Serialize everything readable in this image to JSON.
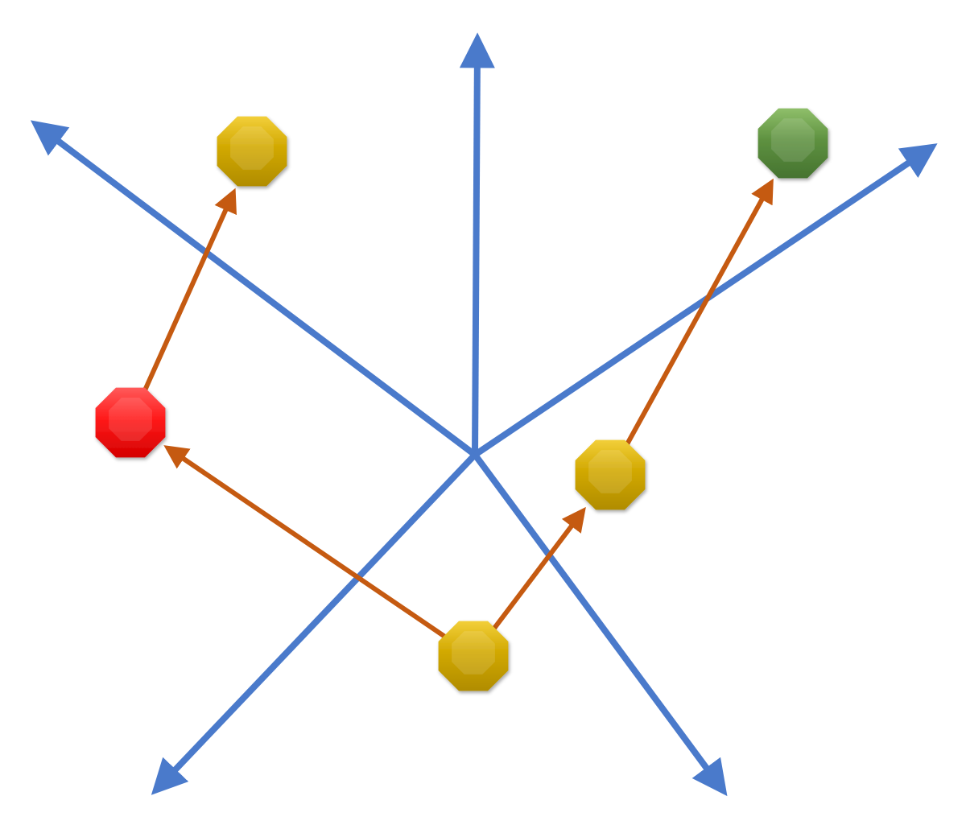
{
  "colors": {
    "axis": "#4a7acb",
    "edge": "#c55a11",
    "node_gold": "#c9a100",
    "node_red": "#ff0000",
    "node_green": "#548235"
  },
  "nodes": [
    {
      "id": "bottom",
      "color": "gold"
    },
    {
      "id": "left",
      "color": "red"
    },
    {
      "id": "top-left",
      "color": "gold"
    },
    {
      "id": "right",
      "color": "gold"
    },
    {
      "id": "top-right",
      "color": "green"
    }
  ],
  "edges": [
    {
      "from": "bottom",
      "to": "left"
    },
    {
      "from": "left",
      "to": "top-left"
    },
    {
      "from": "bottom",
      "to": "right"
    },
    {
      "from": "right",
      "to": "top-right"
    }
  ],
  "axes": [
    {
      "name": "up"
    },
    {
      "name": "upper-left"
    },
    {
      "name": "upper-right"
    },
    {
      "name": "lower-left"
    },
    {
      "name": "lower-right"
    }
  ]
}
